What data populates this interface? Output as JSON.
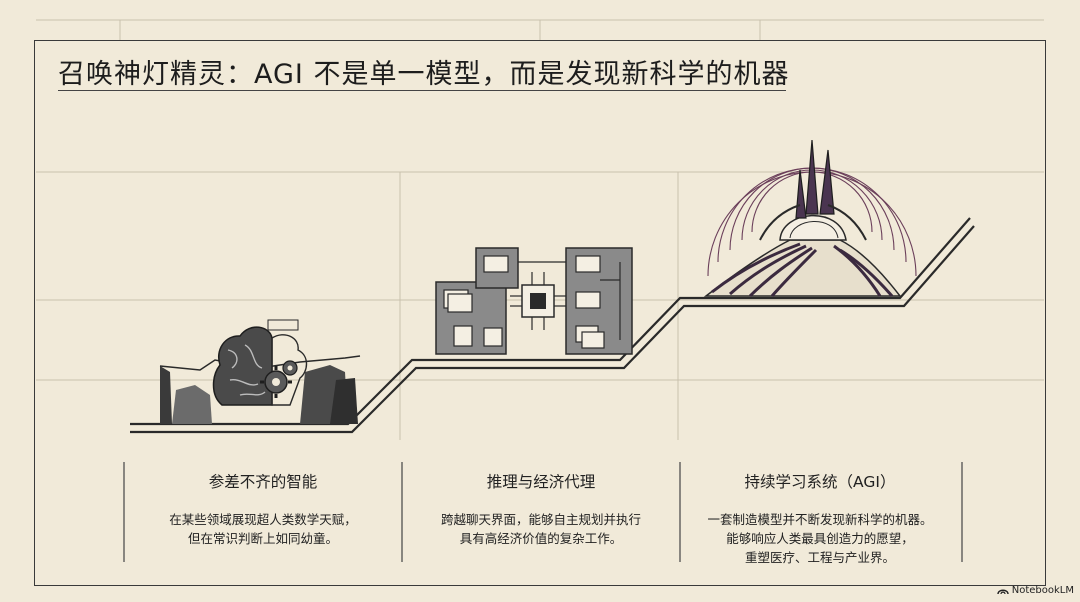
{
  "title": "召唤神灯精灵：AGI 不是单一模型，而是发现新科学的机器",
  "stages": [
    {
      "title": "参差不齐的智能",
      "desc": [
        "在某些领域展现超人类数学天赋，",
        "但在常识判断上如同幼童。"
      ],
      "icon": "brain-gear-icon"
    },
    {
      "title": "推理与经济代理",
      "desc": [
        "跨越聊天界面，能够自主规划并执行",
        "具有高经济价值的复杂工作。"
      ],
      "icon": "chip-workflow-icon"
    },
    {
      "title": "持续学习系统（AGI）",
      "desc": [
        "一套制造模型并不断发现新科学的机器。",
        "能够响应人类最具创造力的愿望，",
        "重塑医疗、工程与产业界。"
      ],
      "icon": "crystal-tower-icon"
    }
  ],
  "logo": "NotebookLM",
  "colors": {
    "background": "#f1ead9",
    "ink": "#2a2a2a",
    "accent": "#4a3550",
    "panel": "#8a8a8a"
  }
}
